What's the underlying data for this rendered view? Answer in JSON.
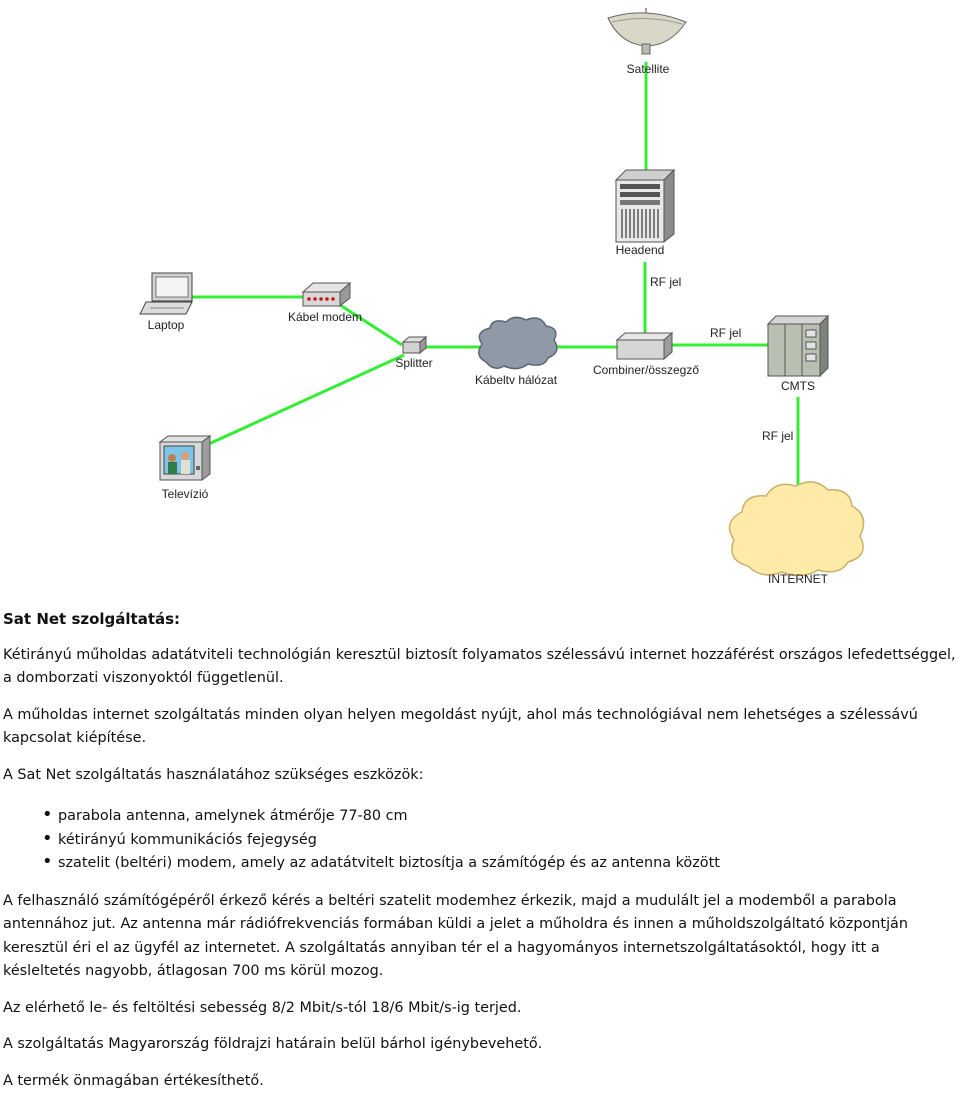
{
  "diagram": {
    "nodes": {
      "satellite": "Satellite",
      "headend": "Headend",
      "laptop": "Laptop",
      "cable_modem": "Kábel modem",
      "splitter": "Splitter",
      "cable_network": "Kábeltv hálózat",
      "combiner": "Combiner/összegző",
      "cmts": "CMTS",
      "television": "Televízió",
      "internet": "INTERNET"
    },
    "links": {
      "rf1": "RF jel",
      "rf2": "RF jel",
      "rf3": "RF jel"
    },
    "colors": {
      "link": "#33ee33",
      "cloud": "#8f9aa6",
      "internet_cloud": "#ffeaa8"
    }
  },
  "article": {
    "title": "Sat Net szolgáltatás:",
    "p1": "Kétirányú műholdas adatátviteli technológián keresztül biztosít folyamatos szélessávú internet hozzáférést országos lefedettséggel, a domborzati viszonyoktól függetlenül.",
    "p2": "A műholdas internet szolgáltatás minden olyan helyen megoldást nyújt, ahol más technológiával nem lehetséges a szélessávú kapcsolat kiépítése.",
    "p3": "A Sat Net szolgáltatás használatához szükséges eszközök:",
    "items": [
      "parabola antenna, amelynek átmérője 77-80 cm",
      "kétirányú kommunikációs fejegység",
      "szatelit (beltéri) modem, amely az adatátvitelt biztosítja a számítógép és az antenna között"
    ],
    "p4": "A felhasználó számítógépéről érkező kérés a beltéri szatelit modemhez érkezik, majd a mudulált jel a modemből a parabola antennához jut. Az antenna már rádiófrekvenciás formában küldi a jelet a műholdra és innen a műholdszolgáltató központján keresztül éri el az ügyfél az internetet. A szolgáltatás annyiban tér el a hagyományos internetszolgáltatásoktól, hogy itt a késleltetés nagyobb, átlagosan 700 ms körül mozog.",
    "p5": "Az elérhető le- és feltöltési sebesség 8/2 Mbit/s-tól 18/6 Mbit/s-ig terjed.",
    "p6": "A szolgáltatás Magyarország földrajzi határain belül bárhol igénybevehető.",
    "p7": "A termék önmagában értékesíthető."
  }
}
